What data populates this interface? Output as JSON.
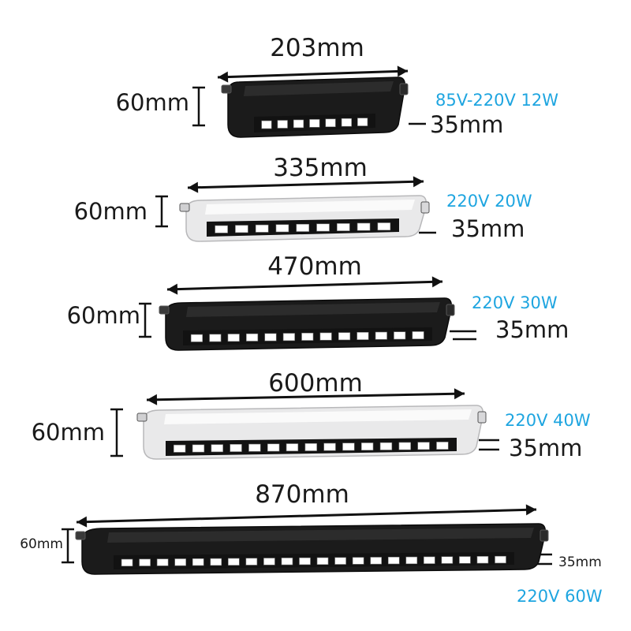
{
  "colors": {
    "spec_text": "#1ea5e0",
    "dimension_line": "#111111",
    "black_body": "#1b1b1b",
    "white_body": "#e9e9ea",
    "led_cell": "#ffffff"
  },
  "products": [
    {
      "length": "203mm",
      "height": "60mm",
      "depth": "35mm",
      "spec": "85V-220V 12W",
      "body": "black",
      "led_count": 7
    },
    {
      "length": "335mm",
      "height": "60mm",
      "depth": "35mm",
      "spec": "220V 20W",
      "body": "white",
      "led_count": 9
    },
    {
      "length": "470mm",
      "height": "60mm",
      "depth": "35mm",
      "spec": "220V 30W",
      "body": "black",
      "led_count": 13
    },
    {
      "length": "600mm",
      "height": "60mm",
      "depth": "35mm",
      "spec": "220V 40W",
      "body": "white",
      "led_count": 15
    },
    {
      "length": "870mm",
      "height": "60mm",
      "depth": "35mm",
      "spec": "220V 60W",
      "body": "black",
      "led_count": 22
    }
  ]
}
